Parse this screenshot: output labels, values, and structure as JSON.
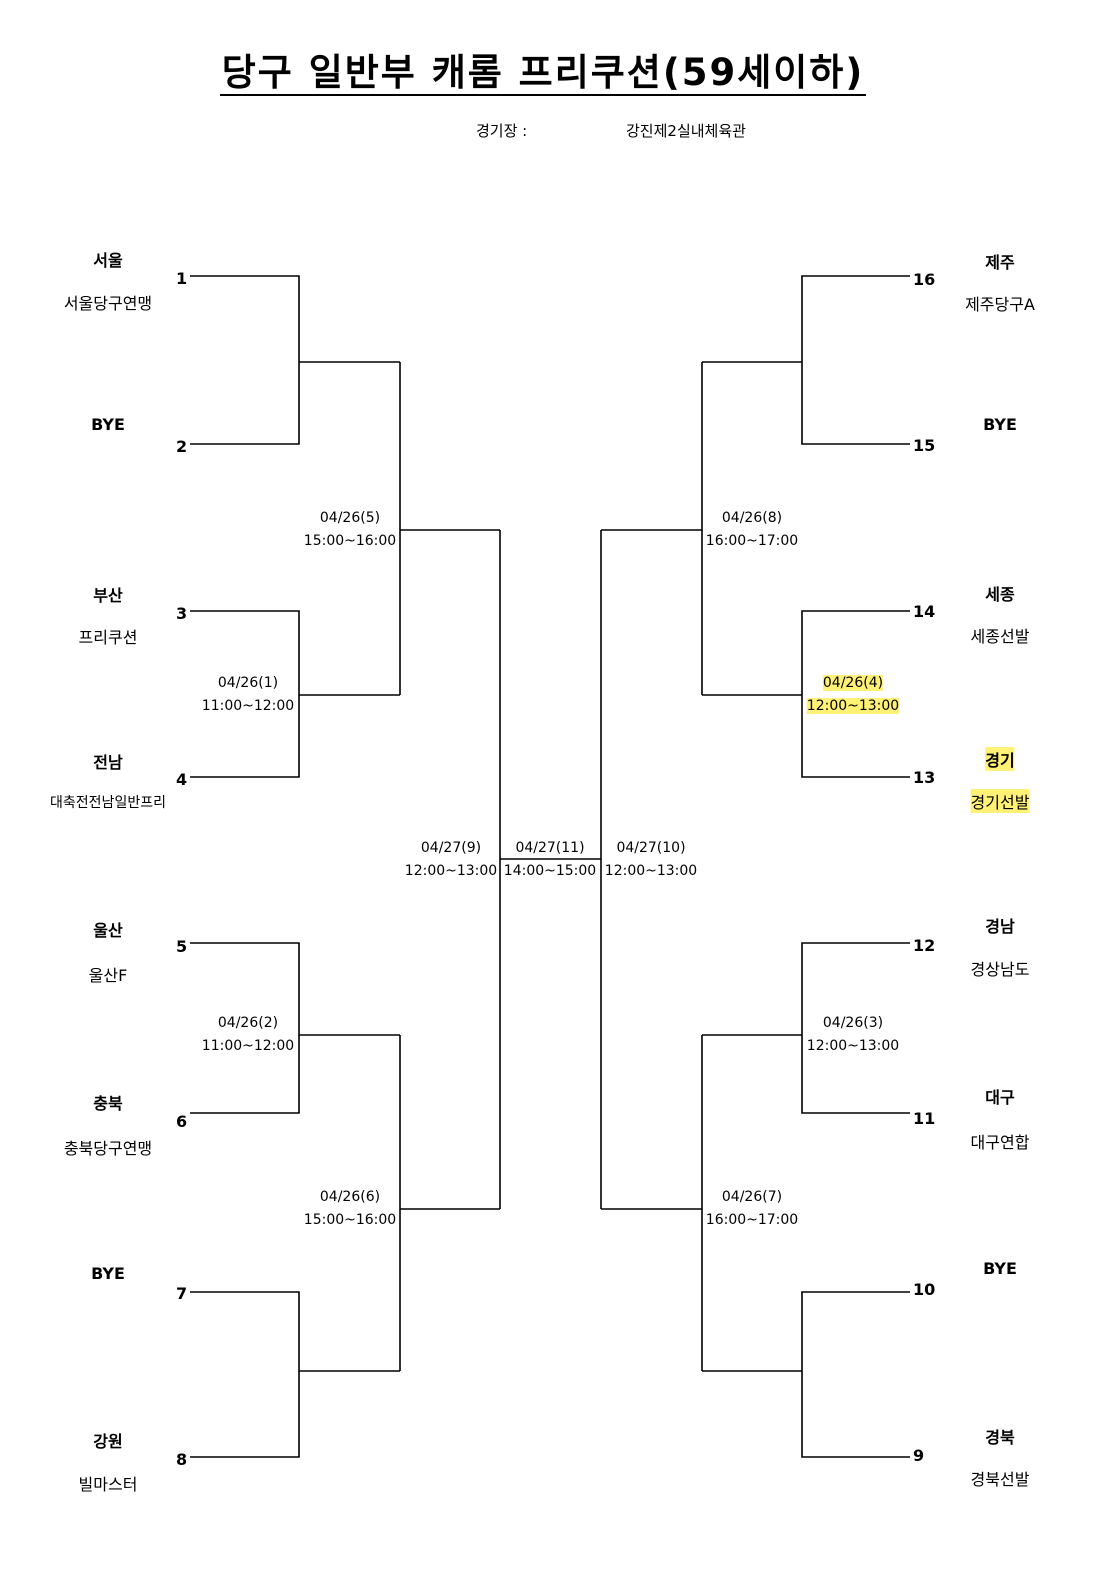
{
  "title": "당구 일반부 캐롬 프리쿠션(59세이하)",
  "venue": {
    "label": "경기장  :",
    "value": "강진제2실내체육관"
  },
  "highlight_color": "#fff176",
  "slots": [
    {
      "seed": "1",
      "region": "서울",
      "team": "서울당구연맹"
    },
    {
      "seed": "2",
      "region": "BYE",
      "team": ""
    },
    {
      "seed": "3",
      "region": "부산",
      "team": "프리쿠션"
    },
    {
      "seed": "4",
      "region": "전남",
      "team": "대축전전남일반프리"
    },
    {
      "seed": "5",
      "region": "울산",
      "team": "울산F"
    },
    {
      "seed": "6",
      "region": "충북",
      "team": "충북당구연맹"
    },
    {
      "seed": "7",
      "region": "BYE",
      "team": ""
    },
    {
      "seed": "8",
      "region": "강원",
      "team": "빌마스터"
    },
    {
      "seed": "16",
      "region": "제주",
      "team": "제주당구A"
    },
    {
      "seed": "15",
      "region": "BYE",
      "team": ""
    },
    {
      "seed": "14",
      "region": "세종",
      "team": "세종선발"
    },
    {
      "seed": "13",
      "region": "경기",
      "team": "경기선발"
    },
    {
      "seed": "12",
      "region": "경남",
      "team": "경상남도"
    },
    {
      "seed": "11",
      "region": "대구",
      "team": "대구연합"
    },
    {
      "seed": "10",
      "region": "BYE",
      "team": ""
    },
    {
      "seed": "9",
      "region": "경북",
      "team": "경북선발"
    }
  ],
  "matches": [
    {
      "date": "04/26(1)",
      "time": "11:00~12:00"
    },
    {
      "date": "04/26(2)",
      "time": "11:00~12:00"
    },
    {
      "date": "04/26(5)",
      "time": "15:00~16:00"
    },
    {
      "date": "04/26(6)",
      "time": "15:00~16:00"
    },
    {
      "date": "04/27(9)",
      "time": "12:00~13:00"
    },
    {
      "date": "04/27(11)",
      "time": "14:00~15:00"
    },
    {
      "date": "04/27(10)",
      "time": "12:00~13:00"
    },
    {
      "date": "04/26(8)",
      "time": "16:00~17:00"
    },
    {
      "date": "04/26(4)",
      "time": "12:00~13:00"
    },
    {
      "date": "04/26(3)",
      "time": "12:00~13:00"
    },
    {
      "date": "04/26(7)",
      "time": "16:00~17:00"
    }
  ]
}
